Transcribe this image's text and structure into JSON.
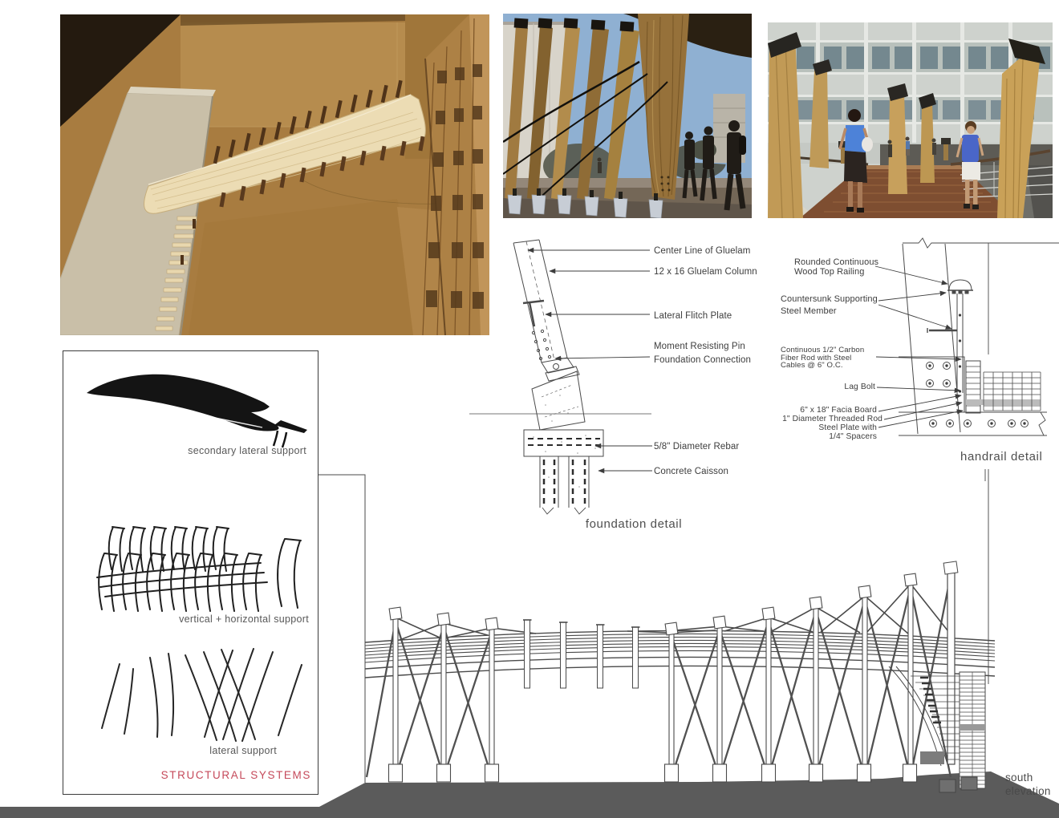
{
  "colors": {
    "accent_red": "#c5495a",
    "ground_gray": "#5b5b5b",
    "line_dark": "#4a4a4a",
    "caption_gray": "#4f4f4f"
  },
  "foundation_detail": {
    "caption": "foundation detail",
    "label_centerline": "Center Line of Gluelam",
    "label_column": "12 x 16 Gluelam Column",
    "label_flitch": "Lateral Flitch Plate",
    "label_moment_line1": "Moment Resisting Pin",
    "label_moment_line2": "Foundation Connection",
    "label_rebar": "5/8\" Diameter Rebar",
    "label_caisson": "Concrete Caisson"
  },
  "handrail_detail": {
    "caption": "handrail detail",
    "label_railing_line1": "Rounded Continuous",
    "label_railing_line2": "Wood Top Railing",
    "label_countersunk_line1": "Countersunk Supporting",
    "label_countersunk_line2": "Steel Member",
    "label_carbon_line1": "Continuous 1/2\" Carbon",
    "label_carbon_line2": "Fiber Rod with Steel",
    "label_carbon_line3": "Cables @ 6\" O.C.",
    "label_lag_bolt": "Lag Bolt",
    "label_facia": "6\" x 18\" Facia Board",
    "label_threaded_rod": "1\" Diameter Threaded Rod",
    "label_steel_plate_line1": "Steel Plate with",
    "label_steel_plate_line2": "1/4\" Spacers"
  },
  "structural_systems": {
    "title": "STRUCTURAL SYSTEMS",
    "caption_secondary": "secondary lateral support",
    "caption_vertical": "vertical + horizontal support",
    "caption_lateral": "lateral support"
  },
  "elevation": {
    "caption_line1": "south",
    "caption_line2": "elevation"
  }
}
